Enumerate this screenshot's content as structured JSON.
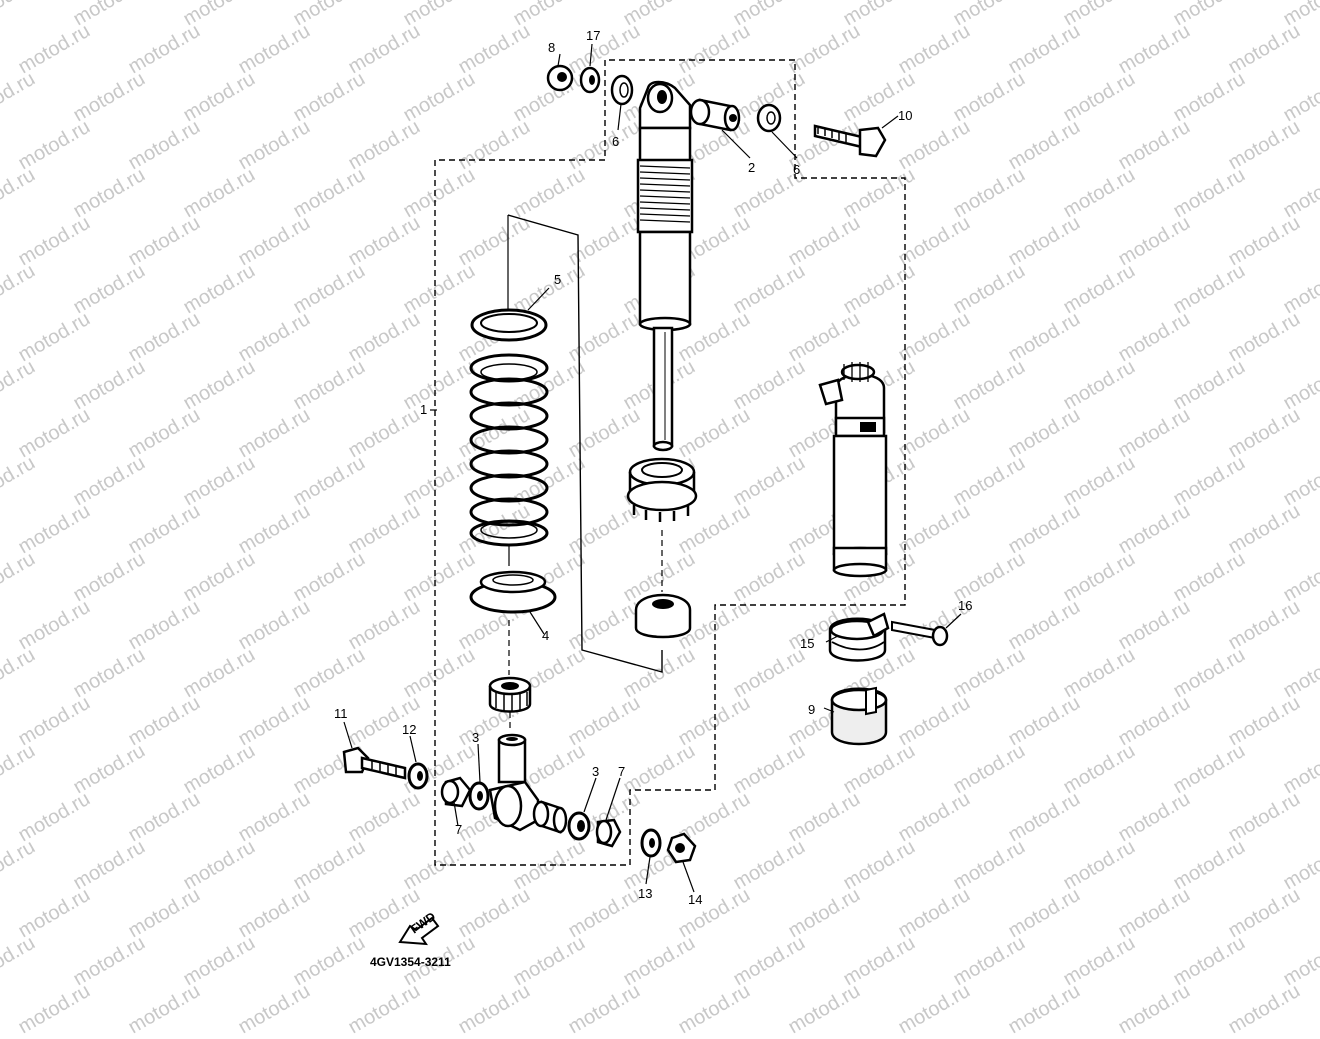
{
  "watermark": "motod.ru",
  "drawing_code": "4GV1354-3211",
  "fwd_label": "FWD",
  "callouts": {
    "c1": "1",
    "c2": "2",
    "c3a": "3",
    "c3b": "3",
    "c4": "4",
    "c5": "5",
    "c6a": "6",
    "c6b": "6",
    "c7a": "7",
    "c7b": "7",
    "c8": "8",
    "c9": "9",
    "c10": "10",
    "c11": "11",
    "c12": "12",
    "c13": "13",
    "c14": "14",
    "c15": "15",
    "c16": "16",
    "c17": "17"
  }
}
